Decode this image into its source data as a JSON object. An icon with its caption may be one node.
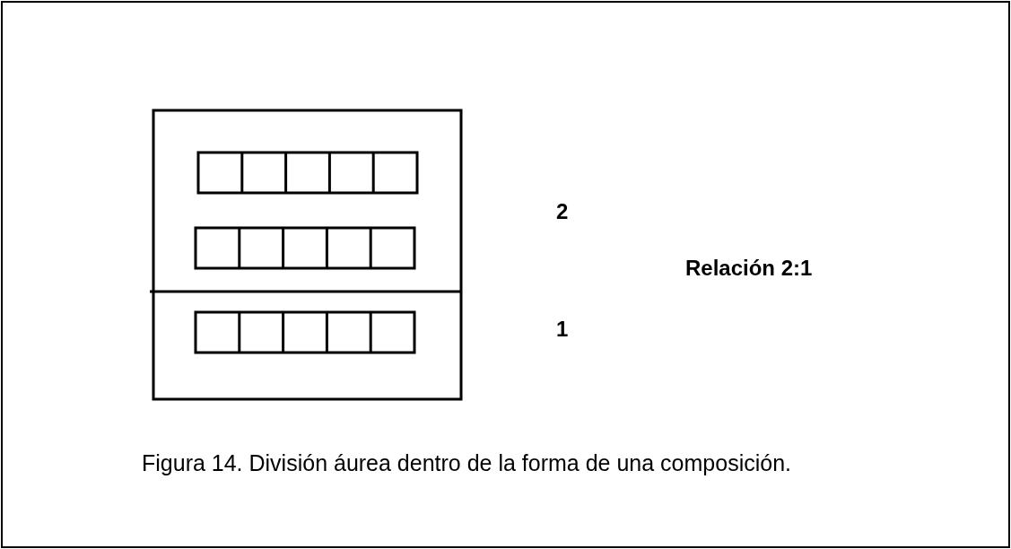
{
  "diagram": {
    "caption": "Figura 14. División áurea dentro de la forma de una composición.",
    "labels": [
      "2",
      "Relación 2:1",
      "1"
    ]
  }
}
